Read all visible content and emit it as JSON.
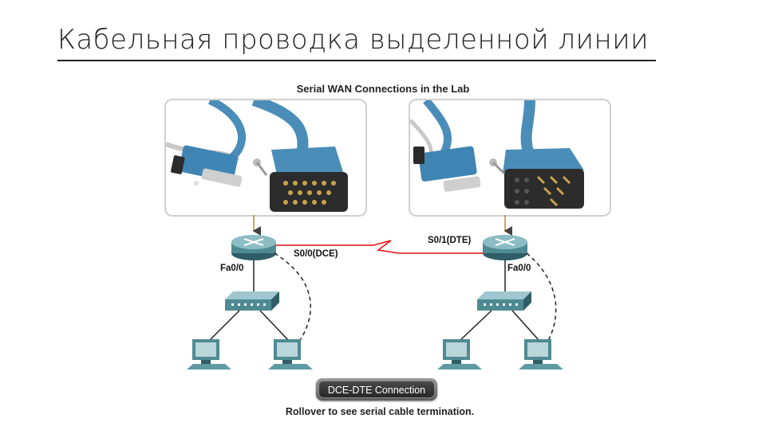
{
  "slide": {
    "title": "Кабельная проводка выделенной линии"
  },
  "diagram": {
    "title": "Serial WAN Connections in the Lab",
    "left_router_serial": "S0/0(DCE)",
    "right_router_serial": "S0/1(DTE)",
    "left_router_fa": "Fa0/0",
    "right_router_fa": "Fa0/0",
    "button_label": "DCE-DTE Connection",
    "rollover_text": "Rollover to see serial cable termination."
  },
  "colors": {
    "serial_link": "#e01010",
    "cable_blue": "#4a8db8",
    "device_teal": "#4f8a93"
  }
}
